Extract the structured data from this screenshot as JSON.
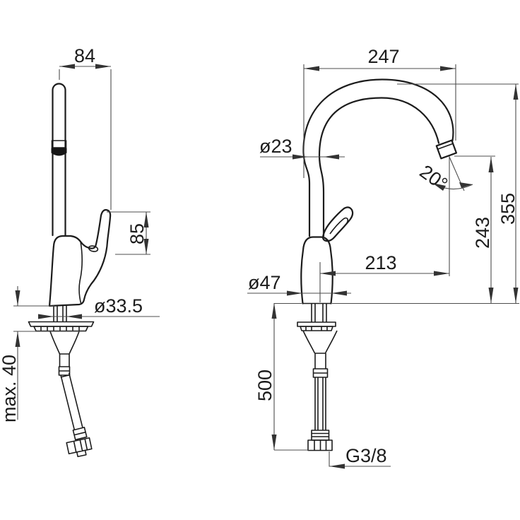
{
  "drawing": {
    "background": "#ffffff",
    "line_color": "#1c1c1c",
    "dimension_line_color": "#4d4d4d",
    "side_view": {
      "dims": {
        "spout_axis_to_handle": "84",
        "handle_height": "85",
        "shank_diameter": "ø33.5",
        "max_deck_thickness": "max. 40"
      }
    },
    "front_view": {
      "dims": {
        "spout_reach": "247",
        "spout_tube_diameter": "ø23",
        "outlet_angle": "20°",
        "outlet_projection": "213",
        "body_diameter": "ø47",
        "outlet_height": "243",
        "total_height": "355",
        "hose_length": "500",
        "connection_thread": "G3/8"
      }
    }
  }
}
